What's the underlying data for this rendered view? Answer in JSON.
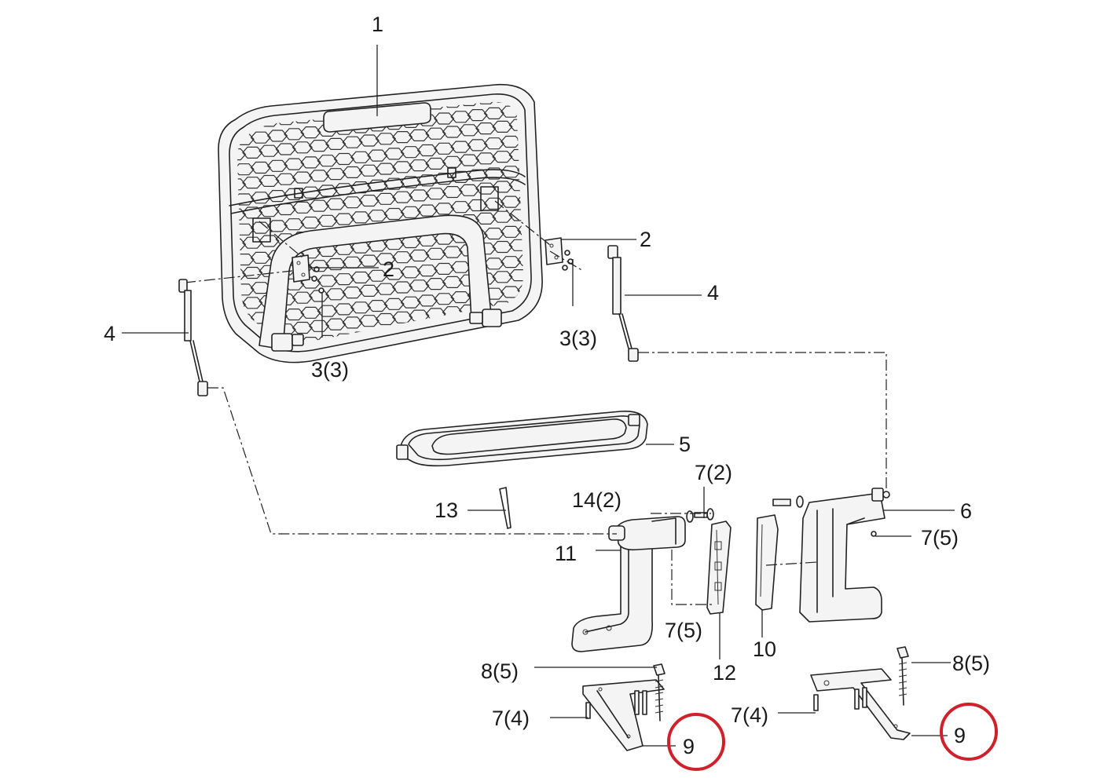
{
  "callouts": {
    "c1": "1",
    "c2a": "2",
    "c2b": "2",
    "c3a": "3(3)",
    "c3b": "3(3)",
    "c4a": "4",
    "c4b": "4",
    "c5": "5",
    "c6": "6",
    "c7_2": "7(2)",
    "c7_5a": "7(5)",
    "c7_5b": "7(5)",
    "c7_4a": "7(4)",
    "c7_4b": "7(4)",
    "c8_5a": "8(5)",
    "c8_5b": "8(5)",
    "c9a": "9",
    "c9b": "9",
    "c10": "10",
    "c11": "11",
    "c12": "12",
    "c13": "13",
    "c14_2": "14(2)"
  },
  "colors": {
    "line": "#222222",
    "highlight": "#d0202a"
  }
}
